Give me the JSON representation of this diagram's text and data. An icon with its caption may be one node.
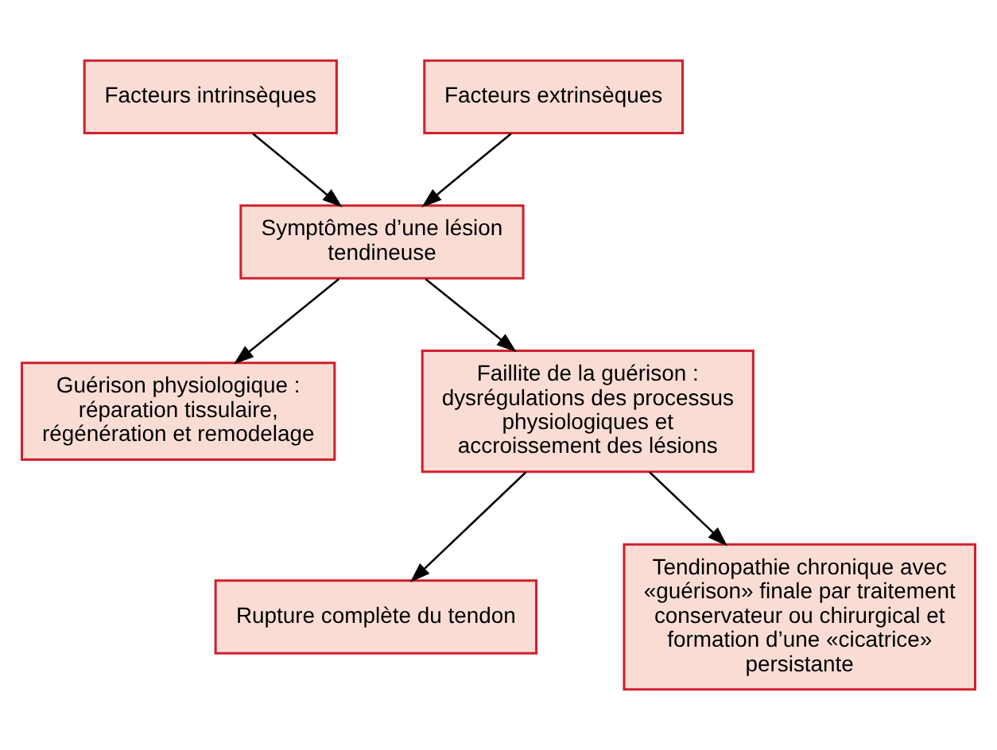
{
  "diagram": {
    "nodes": [
      {
        "text": [
          "Facteurs intrinsèques"
        ]
      },
      {
        "text": [
          "Facteurs extrinsèques"
        ]
      },
      {
        "text": [
          "Symptômes d’une lésion tendineuse"
        ]
      },
      {
        "text": [
          "Guérison physiologique : réparation tissulaire, régénération et remodelage"
        ]
      },
      {
        "text": [
          "Faillite de la guérison : dysrégulations des processus physiologiques et accroissement des lésions"
        ]
      },
      {
        "text": [
          "Rupture complète du tendon"
        ]
      },
      {
        "text": [
          "Tendinopathie chronique avec «guérison» finale par traitement conservateur ou chirurgical et formation d’une «cicatrice» persistante"
        ]
      }
    ],
    "edges": [
      {
        "from": 0,
        "to": 2,
        "arrow": "to"
      },
      {
        "from": 1,
        "to": 2,
        "arrow": "to"
      },
      {
        "from": 2,
        "to": 3,
        "arrow": "to"
      },
      {
        "from": 2,
        "to": 4,
        "arrow": "to"
      },
      {
        "from": 4,
        "to": 5,
        "arrow": "to"
      },
      {
        "from": 4,
        "to": 6,
        "arrow": "to"
      }
    ]
  }
}
